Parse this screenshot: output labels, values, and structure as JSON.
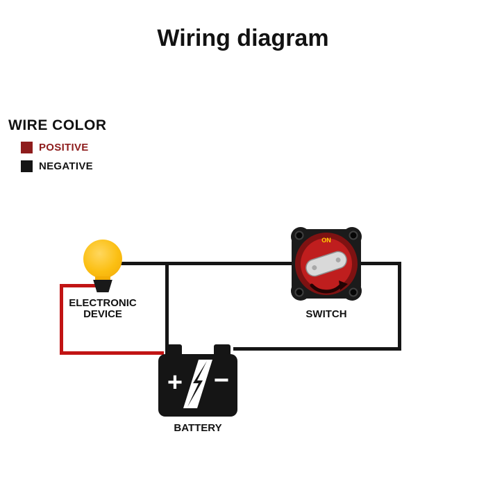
{
  "title": "Wiring diagram",
  "legend": {
    "heading": "WIRE COLOR",
    "items": [
      {
        "label": "POSITIVE",
        "swatch_color": "#8e1c1c",
        "text_color": "#8e1c1c"
      },
      {
        "label": "NEGATIVE",
        "swatch_color": "#151515",
        "text_color": "#151515"
      }
    ]
  },
  "diagram": {
    "device": {
      "label_line1": "ELECTRONIC",
      "label_line2": "DEVICE"
    },
    "switch_component": {
      "label": "SWITCH",
      "knob_text": "ON"
    },
    "battery": {
      "label": "BATTERY",
      "positive_symbol": "+",
      "negative_symbol": "−"
    },
    "wires": {
      "positive_color": "#c11414",
      "negative_color": "#151515"
    }
  }
}
